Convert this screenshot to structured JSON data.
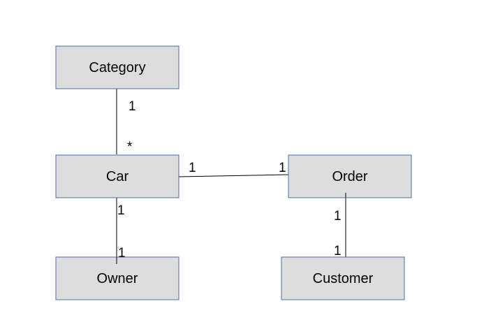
{
  "diagram": {
    "entities": {
      "category": "Category",
      "car": "Car",
      "order": "Order",
      "owner": "Owner",
      "customer": "Customer"
    },
    "relationships": {
      "category_car": {
        "from_multiplicity": "1",
        "to_multiplicity": "*"
      },
      "car_order": {
        "from_multiplicity": "1",
        "to_multiplicity": "1"
      },
      "car_owner": {
        "from_multiplicity": "1",
        "to_multiplicity": "1"
      },
      "order_customer": {
        "from_multiplicity": "1",
        "to_multiplicity": "1"
      }
    },
    "colors": {
      "box_fill": "#dddddd",
      "box_border": "#4a6fa5",
      "line": "#000000"
    }
  }
}
